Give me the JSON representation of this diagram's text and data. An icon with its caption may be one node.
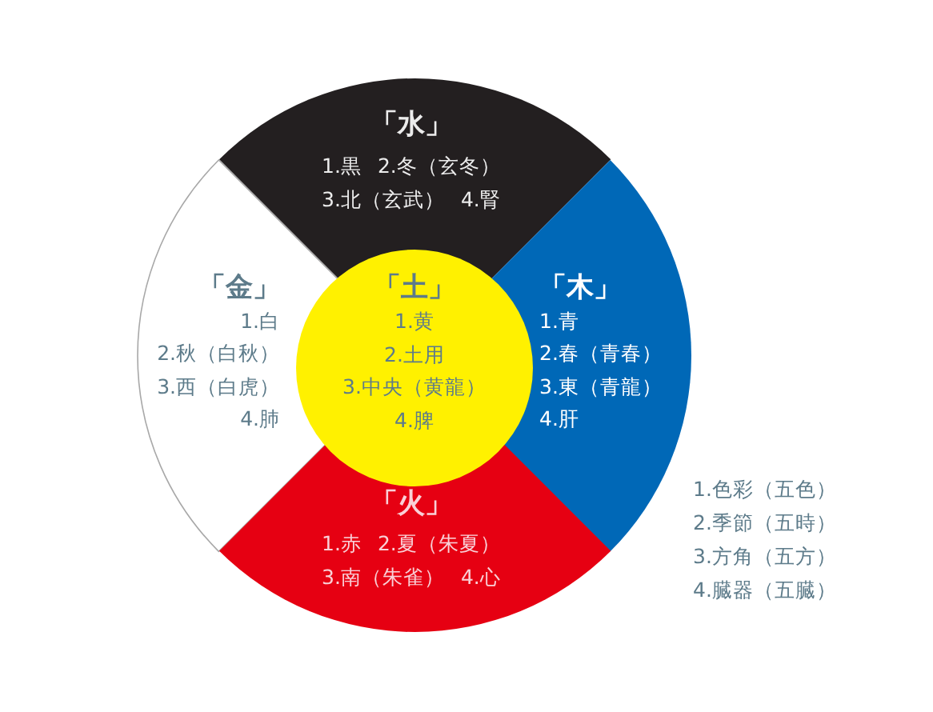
{
  "diagram": {
    "nodes": [
      {
        "text": [
          "「水」",
          "1.黒",
          "2.冬（玄冬）",
          "3.北（玄武）",
          "4.腎"
        ]
      },
      {
        "text": [
          "「金」",
          "1.白",
          "2.秋（白秋）",
          "3.西（白虎）",
          "4.肺"
        ]
      },
      {
        "text": [
          "「土」",
          "1.黄",
          "2.土用",
          "3.中央（黄龍）",
          "4.脾"
        ]
      },
      {
        "text": [
          "「木」",
          "1.青",
          "2.春（青春）",
          "3.東（青龍）",
          "4.肝"
        ]
      },
      {
        "text": [
          "「火」",
          "1.赤",
          "2.夏（朱夏）",
          "3.南（朱雀）",
          "4.心"
        ]
      }
    ],
    "labels": [
      "1.色彩（五色）",
      "2.季節（五時）",
      "3.方角（五方）",
      "4.臓器（五臓）"
    ]
  }
}
